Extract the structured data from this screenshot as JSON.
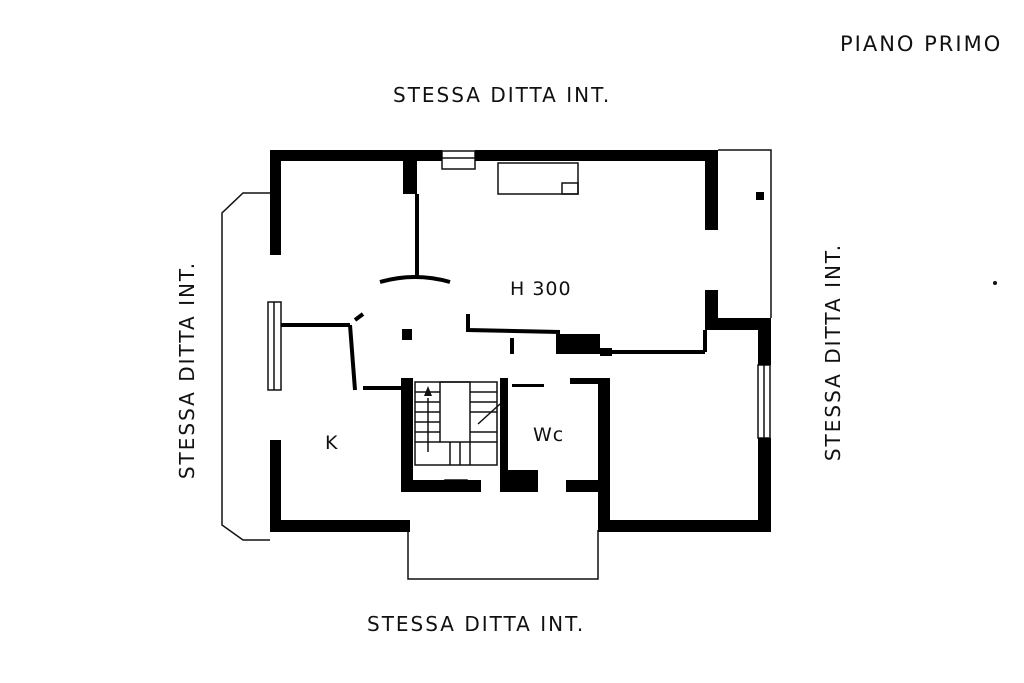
{
  "title": "PIANO PRIMO",
  "neighbors": {
    "top": "STESSA DITTA INT.",
    "left": "STESSA DITTA INT.",
    "right": "STESSA DITTA INT.",
    "bottom": "STESSA DITTA INT."
  },
  "rooms": {
    "living": "H 300",
    "kitchen": "K",
    "bath": "Wc"
  },
  "colors": {
    "wall": "#000000",
    "line": "#111111",
    "background": "#ffffff"
  }
}
